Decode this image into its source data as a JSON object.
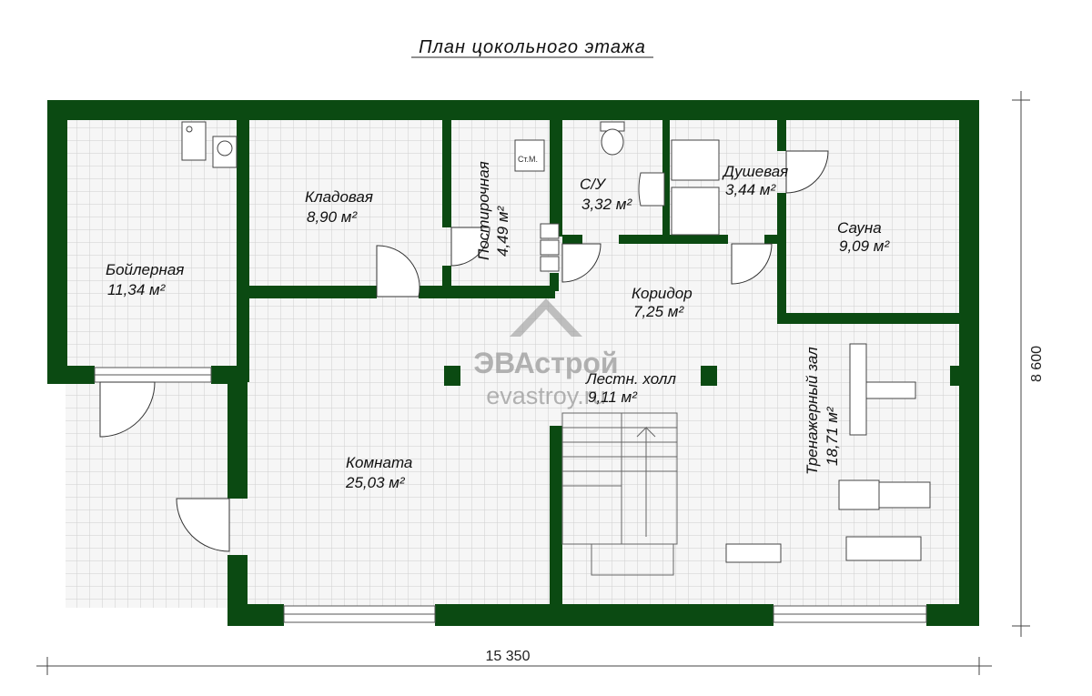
{
  "title": "План цокольного этажа",
  "colors": {
    "wall": "#0b4a12",
    "grid": "#cfcfcf",
    "floor": "#f4f4f4",
    "ink": "#111111",
    "watermark": "#9a9a9a"
  },
  "rooms": {
    "boiler": {
      "name": "Бойлерная",
      "area": "11,34 м²"
    },
    "storage": {
      "name": "Кладовая",
      "area": "8,90 м²"
    },
    "laundry": {
      "name": "Постирочная",
      "area": "4,49 м²",
      "appliance_label": "Ст.М."
    },
    "wc": {
      "name": "С/У",
      "area": "3,32 м²"
    },
    "shower": {
      "name": "Душевая",
      "area": "3,44 м²"
    },
    "sauna": {
      "name": "Сауна",
      "area": "9,09 м²"
    },
    "corridor": {
      "name": "Коридор",
      "area": "7,25 м²"
    },
    "stair_hall": {
      "name": "Лестн. холл",
      "area": "9,11 м²"
    },
    "room": {
      "name": "Комната",
      "area": "25,03 м²"
    },
    "gym": {
      "name": "Тренажерный зал",
      "area": "18,71 м²"
    }
  },
  "dimensions": {
    "width": "15 350",
    "height": "8 600"
  },
  "watermark": {
    "brand": "ЭВАстрой",
    "site": "evastroy.ru"
  }
}
